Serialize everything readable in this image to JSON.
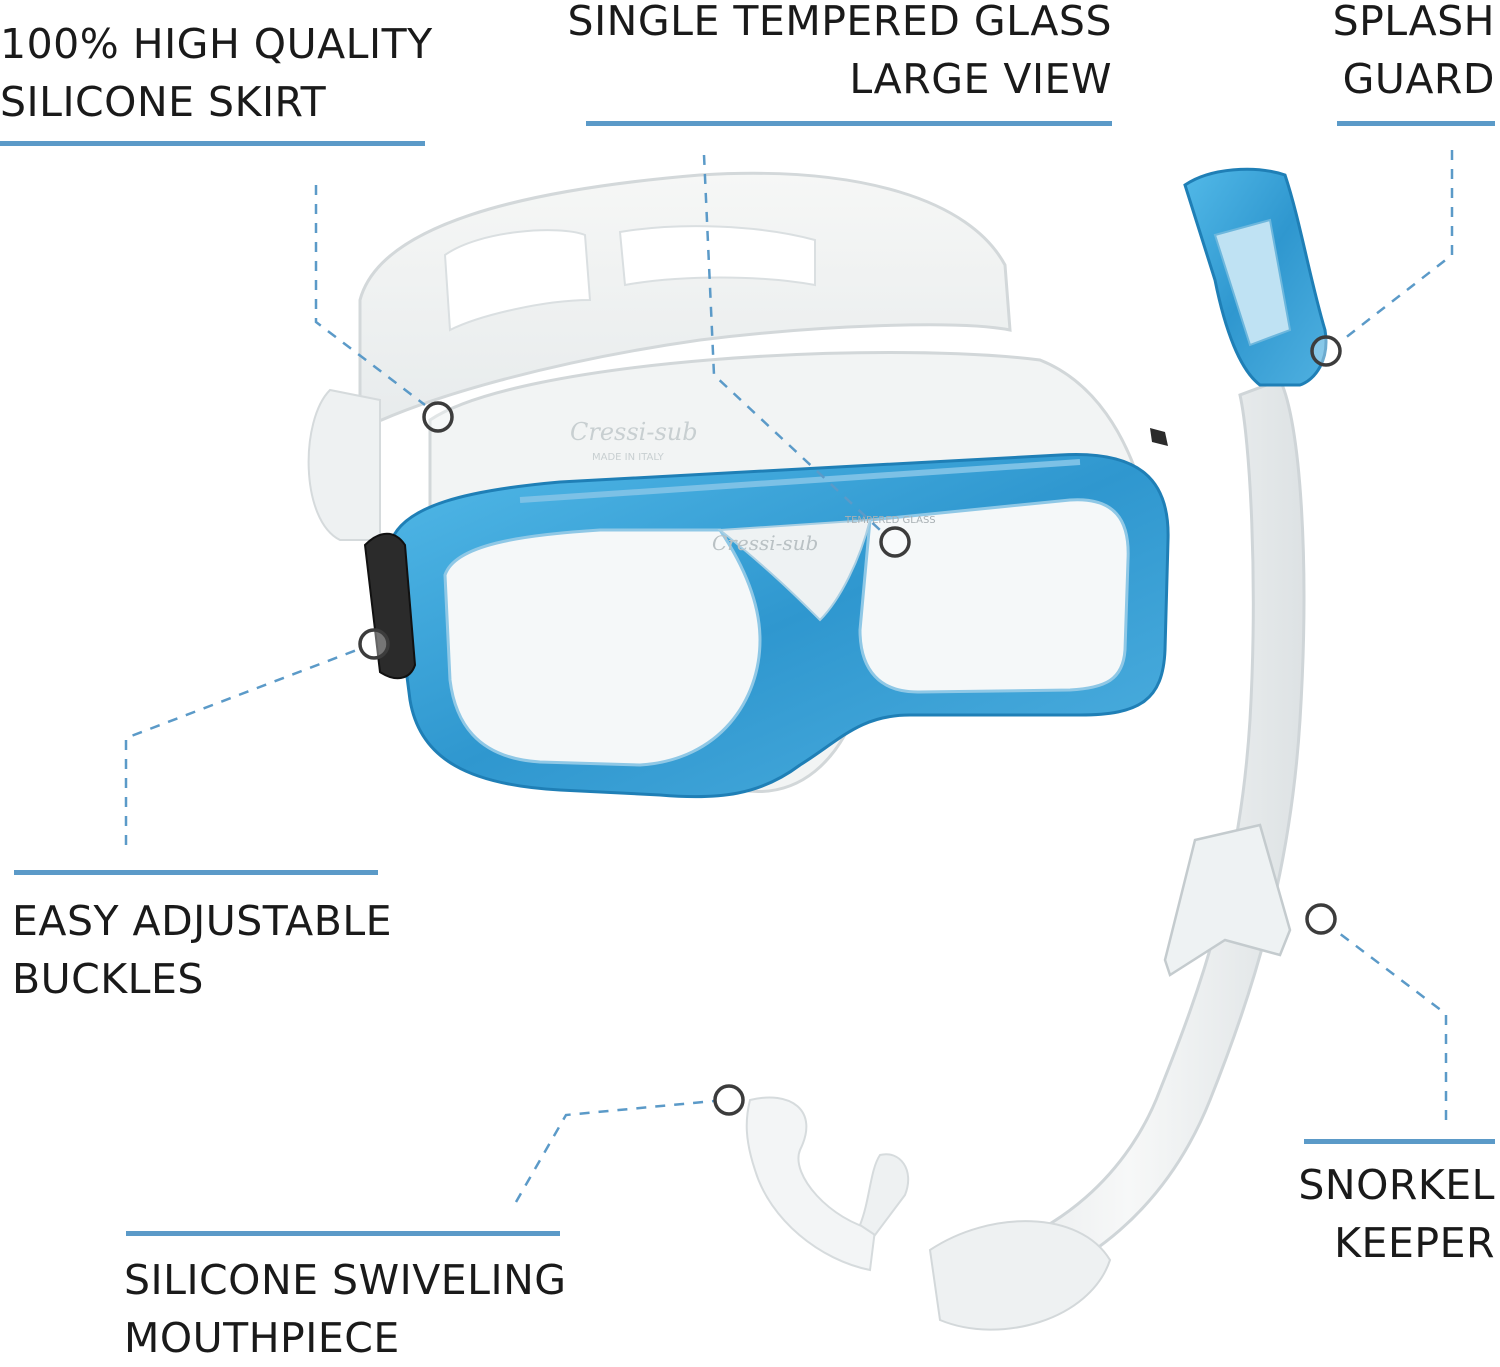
{
  "callouts": {
    "skirt": {
      "line1": "100% HIGH QUALITY",
      "line2": "SILICONE SKIRT"
    },
    "glass": {
      "line1": "SINGLE TEMPERED GLASS",
      "line2": "LARGE VIEW"
    },
    "splash": {
      "line1": "SPLASH",
      "line2": "GUARD"
    },
    "buckles": {
      "line1": "EASY ADJUSTABLE",
      "line2": "BUCKLES"
    },
    "keeper": {
      "line1": "SNORKEL",
      "line2": "KEEPER"
    },
    "mouthpiece": {
      "line1": "SILICONE SWIVELING",
      "line2": "MOUTHPIECE"
    }
  },
  "product": {
    "brand_mark": "Cressi-sub",
    "glass_marking": "TEMPERED GLASS",
    "made_in": "MADE IN ITALY"
  },
  "colors": {
    "accent": "#5b9ac8",
    "frame_blue": "#3ea3d8",
    "text": "#1a1a1a"
  }
}
